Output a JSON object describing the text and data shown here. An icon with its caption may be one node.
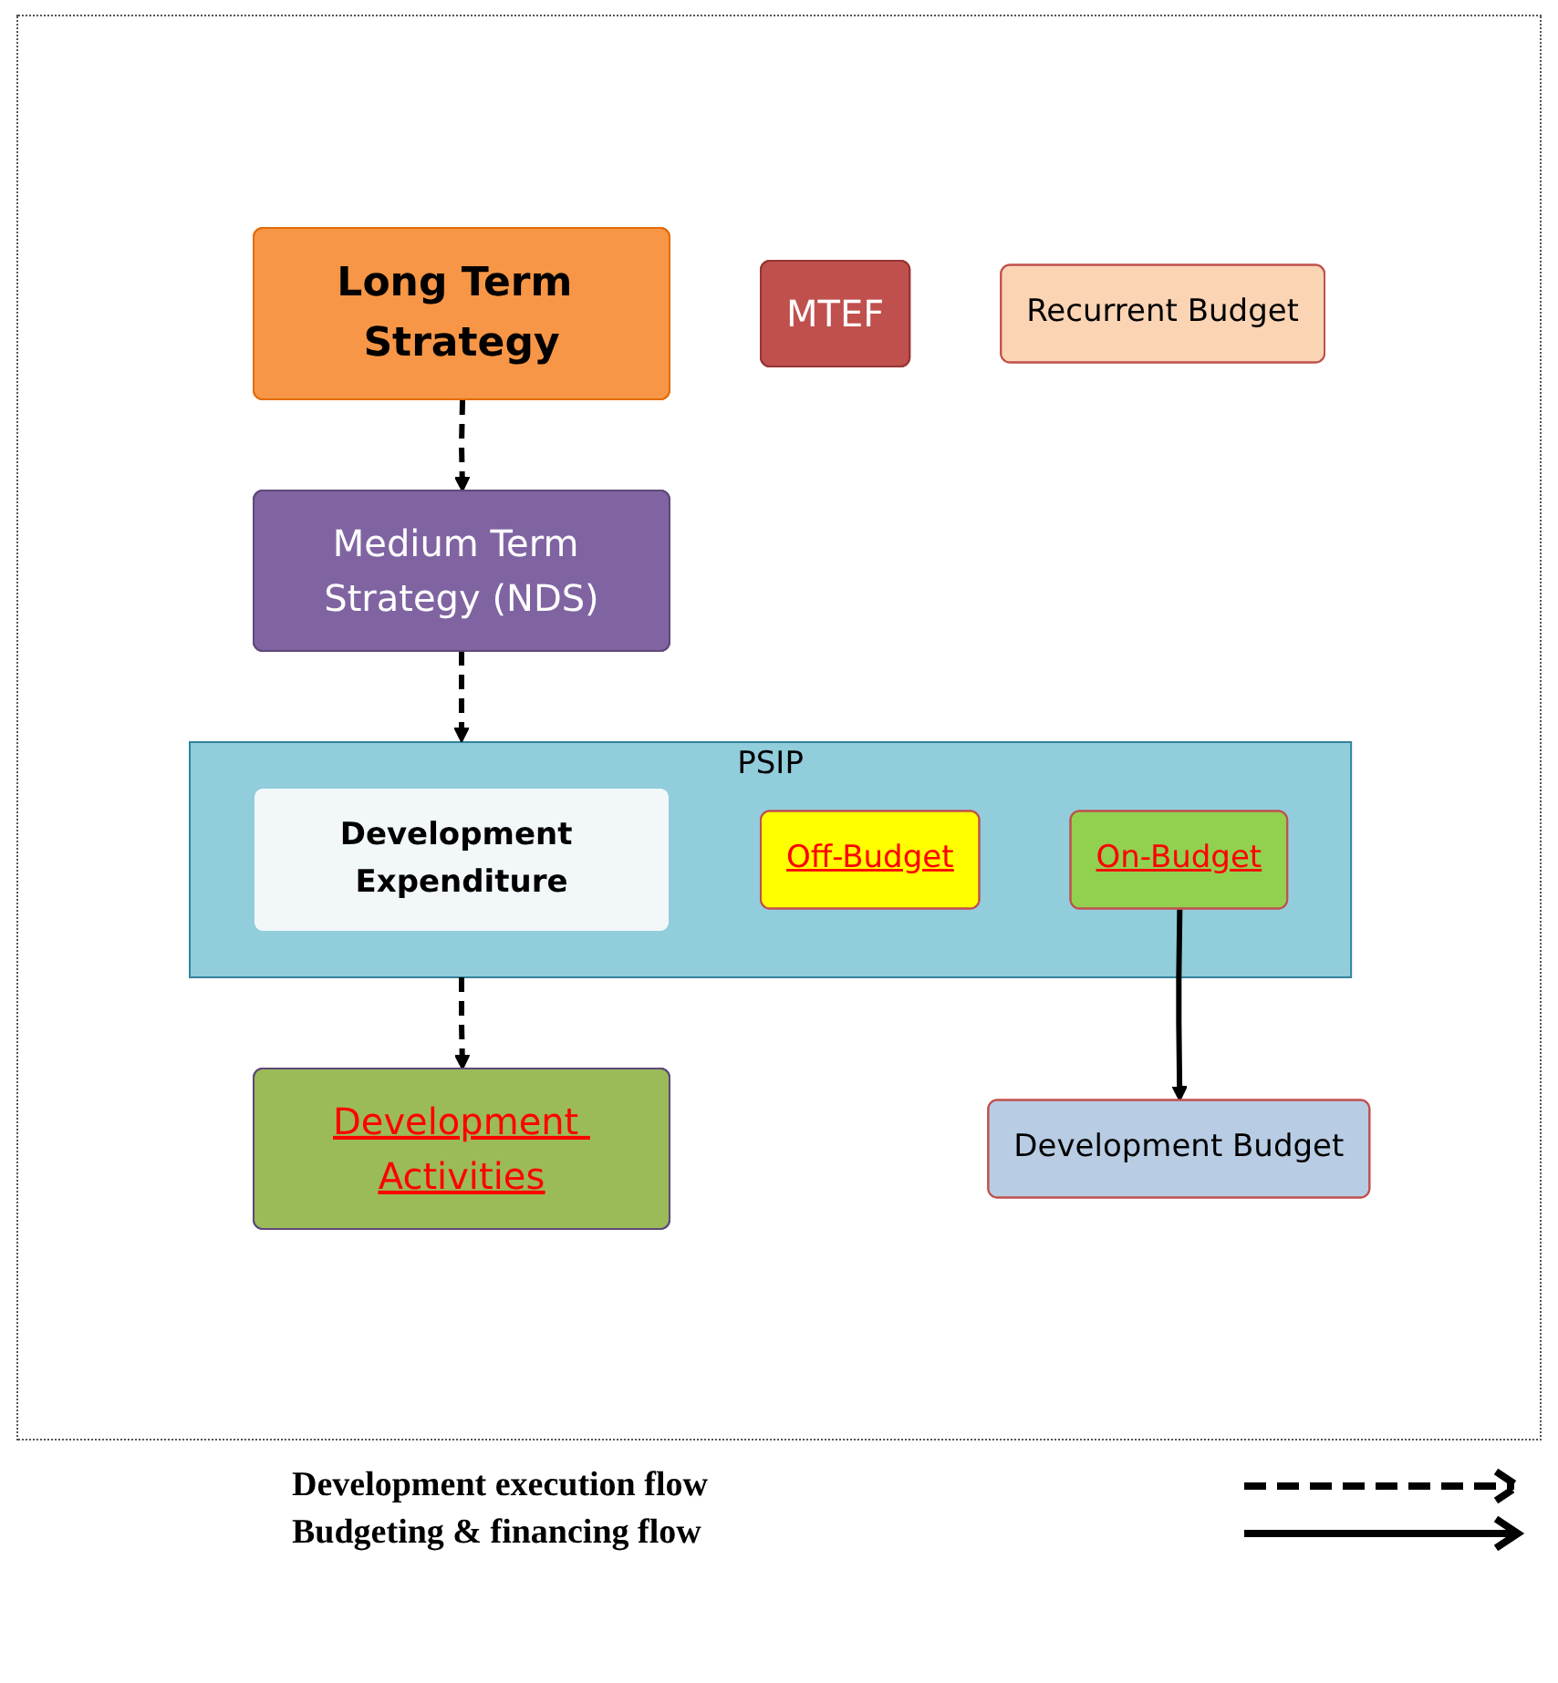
{
  "diagram": {
    "nodes": [
      {
        "text": [
          "Long Term Strategy"
        ]
      },
      {
        "text": [
          "Medium Term Strategy (NDS)"
        ]
      },
      {
        "text": [
          "MTEF"
        ]
      },
      {
        "text": [
          "Development Budget"
        ]
      },
      {
        "text": [
          "Recurrent Budget"
        ]
      },
      {
        "text": [
          "PSIP"
        ]
      },
      {
        "text": [
          "Development Expenditure"
        ],
        "in": 5
      },
      {
        "text": [
          "Off-Budget"
        ],
        "in": 5
      },
      {
        "text": [
          "On-Budget"
        ],
        "in": 5
      },
      {
        "text": [
          "Development Activities"
        ]
      }
    ],
    "edges": [
      {
        "from": 0,
        "to": 1,
        "arrow": "to",
        "style": "dashed"
      },
      {
        "from": 1,
        "to": 5,
        "arrow": "to",
        "style": "dashed"
      },
      {
        "from": 8,
        "to": 3,
        "arrow": "to"
      },
      {
        "from": 5,
        "to": 9,
        "arrow": "to",
        "style": "dashed"
      }
    ],
    "legend": [
      {
        "text": "Development execution flow"
      },
      {
        "text": "Budgeting & financing flow"
      }
    ]
  }
}
